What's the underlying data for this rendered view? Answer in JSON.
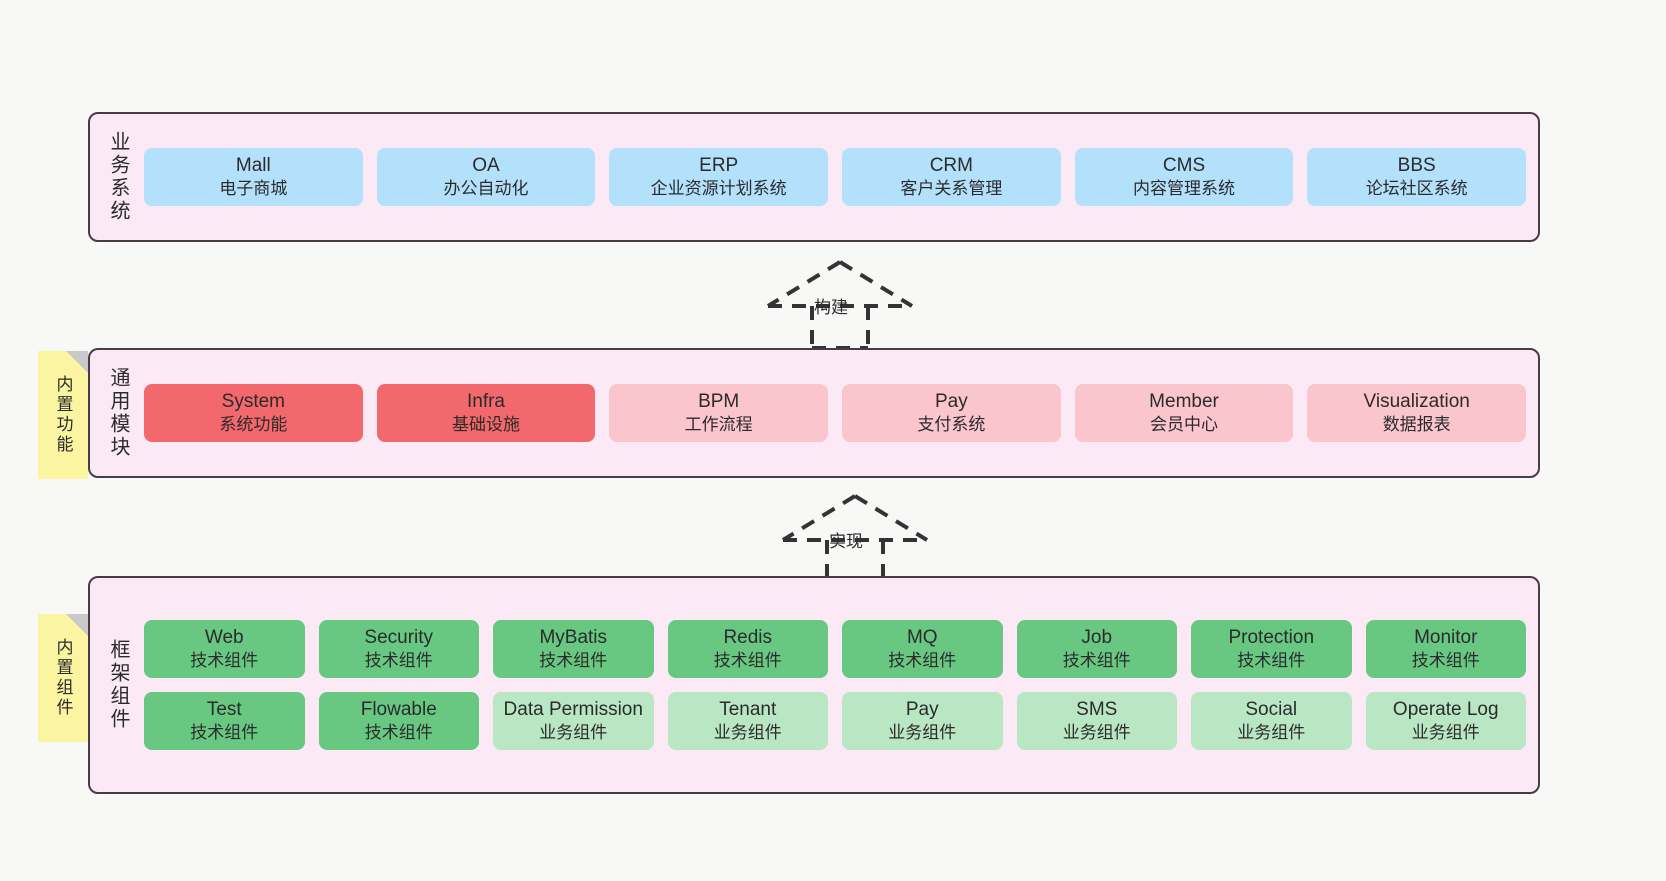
{
  "diagram": {
    "layers": [
      {
        "id": "business",
        "title": "业务系统",
        "rows": [
          {
            "cells": [
              {
                "en": "Mall",
                "cn": "电子商城",
                "color": "#b3e0fa"
              },
              {
                "en": "OA",
                "cn": "办公自动化",
                "color": "#b3e0fa"
              },
              {
                "en": "ERP",
                "cn": "企业资源计划系统",
                "color": "#b3e0fa"
              },
              {
                "en": "CRM",
                "cn": "客户关系管理",
                "color": "#b3e0fa"
              },
              {
                "en": "CMS",
                "cn": "内容管理系统",
                "color": "#b3e0fa"
              },
              {
                "en": "BBS",
                "cn": "论坛社区系统",
                "color": "#b3e0fa"
              }
            ]
          }
        ]
      },
      {
        "id": "common",
        "title": "通用模块",
        "rows": [
          {
            "cells": [
              {
                "en": "System",
                "cn": "系统功能",
                "color": "#f2686d"
              },
              {
                "en": "Infra",
                "cn": "基础设施",
                "color": "#f2686d"
              },
              {
                "en": "BPM",
                "cn": "工作流程",
                "color": "#fbc5ce"
              },
              {
                "en": "Pay",
                "cn": "支付系统",
                "color": "#fbc5ce"
              },
              {
                "en": "Member",
                "cn": "会员中心",
                "color": "#fbc5ce"
              },
              {
                "en": "Visualization",
                "cn": "数据报表",
                "color": "#fbc5ce"
              }
            ]
          }
        ]
      },
      {
        "id": "frame",
        "title": "框架组件",
        "rows": [
          {
            "cells": [
              {
                "en": "Web",
                "cn": "技术组件",
                "color": "#68c882"
              },
              {
                "en": "Security",
                "cn": "技术组件",
                "color": "#68c882"
              },
              {
                "en": "MyBatis",
                "cn": "技术组件",
                "color": "#68c882"
              },
              {
                "en": "Redis",
                "cn": "技术组件",
                "color": "#68c882"
              },
              {
                "en": "MQ",
                "cn": "技术组件",
                "color": "#68c882"
              },
              {
                "en": "Job",
                "cn": "技术组件",
                "color": "#68c882"
              },
              {
                "en": "Protection",
                "cn": "技术组件",
                "color": "#68c882"
              },
              {
                "en": "Monitor",
                "cn": "技术组件",
                "color": "#68c882"
              }
            ]
          },
          {
            "cells": [
              {
                "en": "Test",
                "cn": "技术组件",
                "color": "#68c882"
              },
              {
                "en": "Flowable",
                "cn": "技术组件",
                "color": "#68c882"
              },
              {
                "en": "Data Permission",
                "cn": "业务组件",
                "color": "#b9e7c4"
              },
              {
                "en": "Tenant",
                "cn": "业务组件",
                "color": "#b9e7c4"
              },
              {
                "en": "Pay",
                "cn": "业务组件",
                "color": "#b9e7c4"
              },
              {
                "en": "SMS",
                "cn": "业务组件",
                "color": "#b9e7c4"
              },
              {
                "en": "Social",
                "cn": "业务组件",
                "color": "#b9e7c4"
              },
              {
                "en": "Operate Log",
                "cn": "业务组件",
                "color": "#b9e7c4"
              }
            ]
          }
        ]
      }
    ],
    "notes": [
      {
        "id": "built-in-function",
        "text": "内置功能"
      },
      {
        "id": "built-in-component",
        "text": "内置组件"
      }
    ],
    "arrows": [
      {
        "id": "build",
        "label": "构建"
      },
      {
        "id": "implement",
        "label": "实现"
      }
    ],
    "colors": {
      "panel_background": "#fbeaf5",
      "panel_border": "#4a3b48",
      "note_background": "#fbf4a0",
      "note_fold": "#c9c9c9",
      "canvas_background": "#f8f8f7",
      "arrow_stroke": "#333333"
    }
  }
}
